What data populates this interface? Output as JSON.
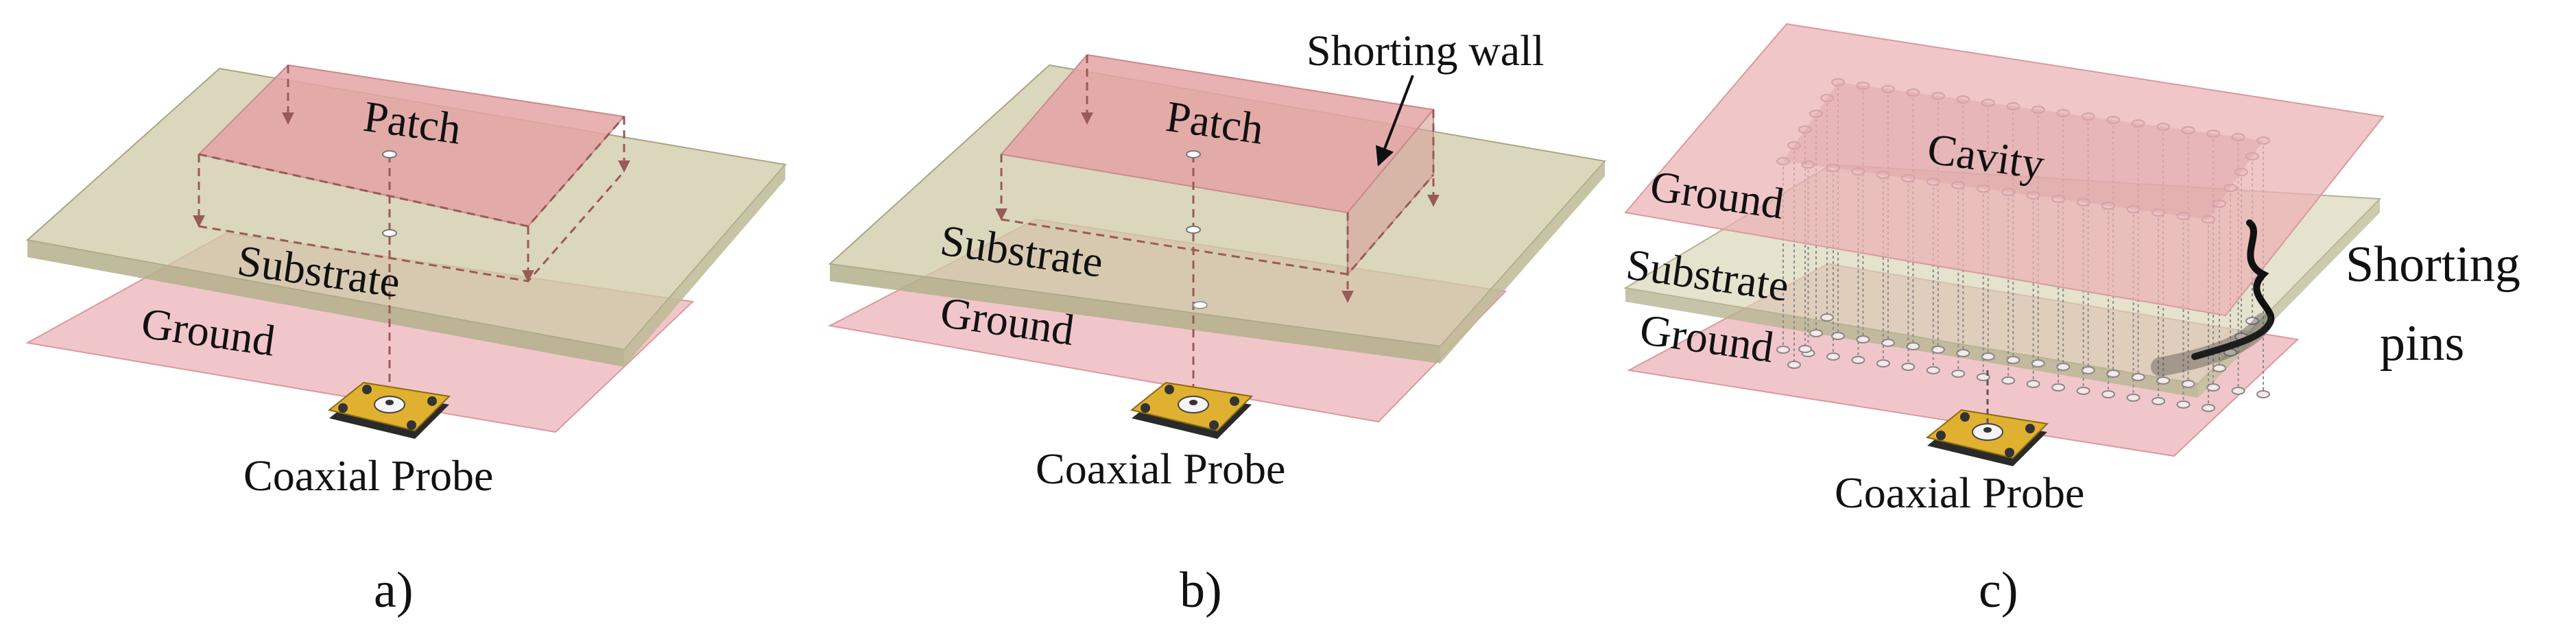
{
  "panels": [
    {
      "caption": "a)",
      "labels": {
        "patch": "Patch",
        "substrate": "Substrate",
        "ground": "Ground",
        "probe": "Coaxial Probe"
      }
    },
    {
      "caption": "b)",
      "labels": {
        "patch": "Patch",
        "substrate": "Substrate",
        "ground": "Ground",
        "probe": "Coaxial Probe",
        "shorting_wall": "Shorting wall"
      }
    },
    {
      "caption": "c)",
      "labels": {
        "cavity": "Cavity",
        "ground_top": "Ground",
        "substrate": "Substrate",
        "ground_bottom": "Ground",
        "probe": "Coaxial Probe",
        "shorting_pins_line1": "Shorting",
        "shorting_pins_line2": "pins"
      }
    }
  ],
  "colors": {
    "ground": "#e8a9ae",
    "patch": "#e4a3a5",
    "substrate": "#c9c6a0",
    "dashed_arrow": "#9a5a5a",
    "connector": "#e0b030"
  }
}
